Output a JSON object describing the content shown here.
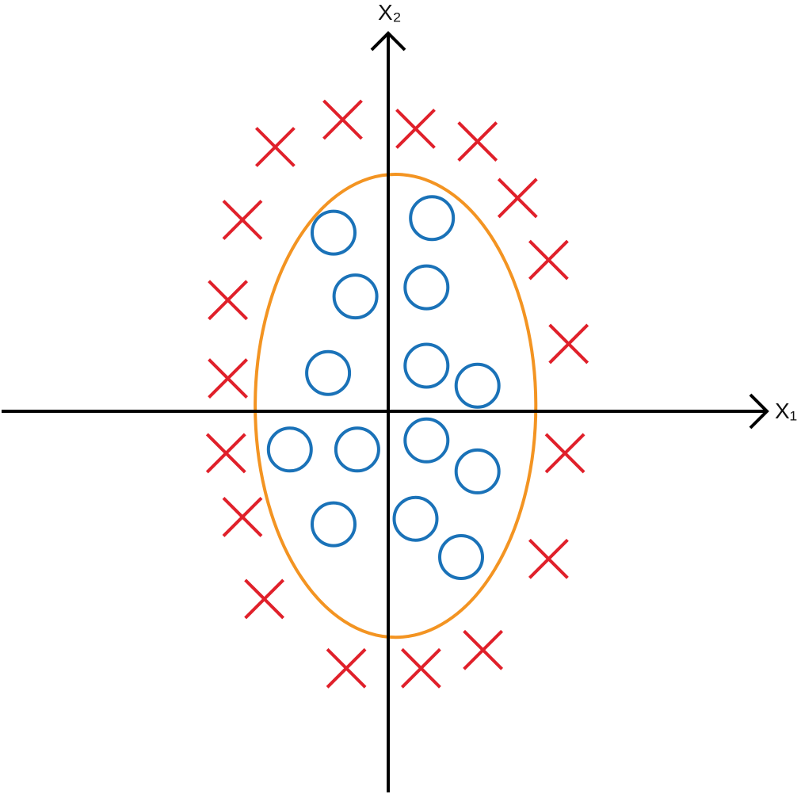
{
  "chart_data": {
    "type": "scatter",
    "title": "",
    "xlabel": "X₁",
    "ylabel": "X₂",
    "grid": false,
    "legend": "none",
    "decision_boundary": {
      "shape": "ellipse",
      "center": [
        0.04,
        0.03
      ],
      "radius_x": 0.77,
      "radius_y": 1.27,
      "color": "#f39422"
    },
    "series": [
      {
        "marker": "x",
        "color": "#e0202a",
        "points": [
          [
            -0.25,
            1.6
          ],
          [
            0.15,
            1.55
          ],
          [
            -0.62,
            1.45
          ],
          [
            0.49,
            1.48
          ],
          [
            0.71,
            1.17
          ],
          [
            -0.8,
            1.05
          ],
          [
            0.88,
            0.83
          ],
          [
            -0.88,
            0.61
          ],
          [
            0.99,
            0.37
          ],
          [
            -0.88,
            0.18
          ],
          [
            -0.89,
            -0.23
          ],
          [
            0.97,
            -0.23
          ],
          [
            -0.8,
            -0.58
          ],
          [
            0.88,
            -0.81
          ],
          [
            -0.68,
            -1.03
          ],
          [
            -0.23,
            -1.41
          ],
          [
            0.18,
            -1.41
          ],
          [
            0.52,
            -1.31
          ]
        ]
      },
      {
        "marker": "o",
        "color": "#1a72b8",
        "points": [
          [
            -0.3,
            0.98
          ],
          [
            0.24,
            1.06
          ],
          [
            -0.18,
            0.63
          ],
          [
            0.21,
            0.68
          ],
          [
            -0.33,
            0.21
          ],
          [
            0.21,
            0.25
          ],
          [
            0.49,
            0.14
          ],
          [
            -0.54,
            -0.21
          ],
          [
            -0.17,
            -0.21
          ],
          [
            0.21,
            -0.16
          ],
          [
            0.49,
            -0.33
          ],
          [
            -0.3,
            -0.62
          ],
          [
            0.15,
            -0.59
          ],
          [
            0.4,
            -0.8
          ]
        ]
      }
    ]
  },
  "colors": {
    "axes": "#000000",
    "crosses": "#e0202a",
    "circles": "#1a72b8",
    "boundary": "#f39422"
  }
}
